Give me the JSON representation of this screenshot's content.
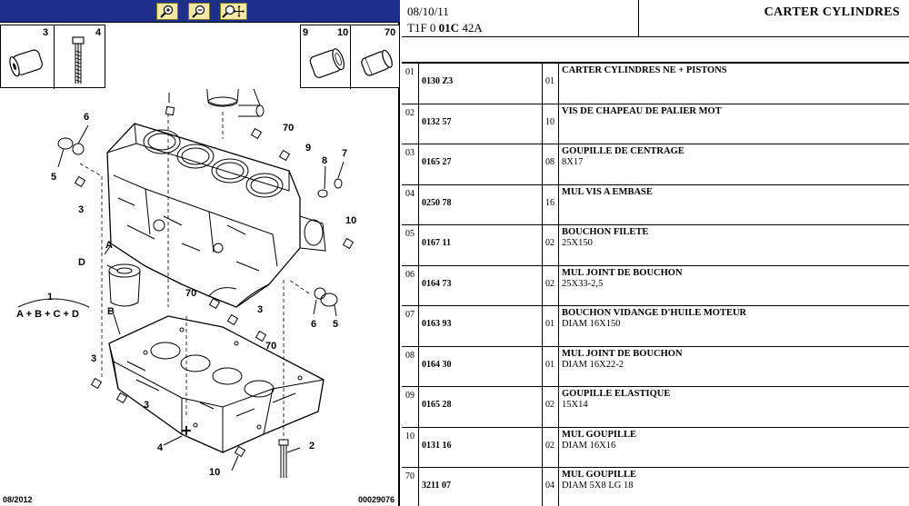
{
  "toolbar": {
    "buttons": [
      {
        "icon": "zoom-in-icon"
      },
      {
        "icon": "zoom-out-icon"
      },
      {
        "icon": "zoom-pan-icon"
      }
    ]
  },
  "thumbnails": {
    "left": [
      "3",
      "4"
    ],
    "right": [
      "9",
      "10",
      "70"
    ]
  },
  "diagram": {
    "callouts": [
      "1",
      "2",
      "3",
      "4",
      "5",
      "6",
      "7",
      "8",
      "9",
      "10",
      "70",
      "A",
      "B",
      "C",
      "D",
      "A + B + C + D"
    ]
  },
  "footer": {
    "date": "08/2012",
    "ref": "00029076"
  },
  "header": {
    "date": "08/10/11",
    "code_prefix": "T1F 0 ",
    "code_bold": "01C",
    "code_suffix": " 42A",
    "title": "CARTER CYLINDRES"
  },
  "parts": [
    {
      "item": "01",
      "ref": "0130 Z3",
      "qty": "01",
      "desc": "CARTER CYLINDRES NE + PISTONS",
      "spec": ""
    },
    {
      "item": "02",
      "ref": "0132 57",
      "qty": "10",
      "desc": "VIS DE CHAPEAU DE PALIER MOT",
      "spec": ""
    },
    {
      "item": "03",
      "ref": "0165 27",
      "qty": "08",
      "desc": "GOUPILLE DE CENTRAGE",
      "spec": "8X17"
    },
    {
      "item": "04",
      "ref": "0250 78",
      "qty": "16",
      "desc": "MUL VIS A EMBASE",
      "spec": ""
    },
    {
      "item": "05",
      "ref": "0167 11",
      "qty": "02",
      "desc": "BOUCHON FILETE",
      "spec": "25X150"
    },
    {
      "item": "06",
      "ref": "0164 73",
      "qty": "02",
      "desc": "MUL JOINT DE BOUCHON",
      "spec": "25X33-2,5"
    },
    {
      "item": "07",
      "ref": "0163 93",
      "qty": "01",
      "desc": "BOUCHON VIDANGE D'HUILE MOTEUR",
      "spec": "DIAM 16X150"
    },
    {
      "item": "08",
      "ref": "0164 30",
      "qty": "01",
      "desc": "MUL JOINT DE BOUCHON",
      "spec": "DIAM 16X22-2"
    },
    {
      "item": "09",
      "ref": "0165 28",
      "qty": "02",
      "desc": "GOUPILLE ELASTIQUE",
      "spec": "15X14"
    },
    {
      "item": "10",
      "ref": "0131 16",
      "qty": "02",
      "desc": "MUL GOUPILLE",
      "spec": "DIAM 16X16"
    },
    {
      "item": "70",
      "ref": "3211 07",
      "qty": "04",
      "desc": "MUL GOUPILLE",
      "spec": "DIAM 5X8 LG 18"
    }
  ]
}
